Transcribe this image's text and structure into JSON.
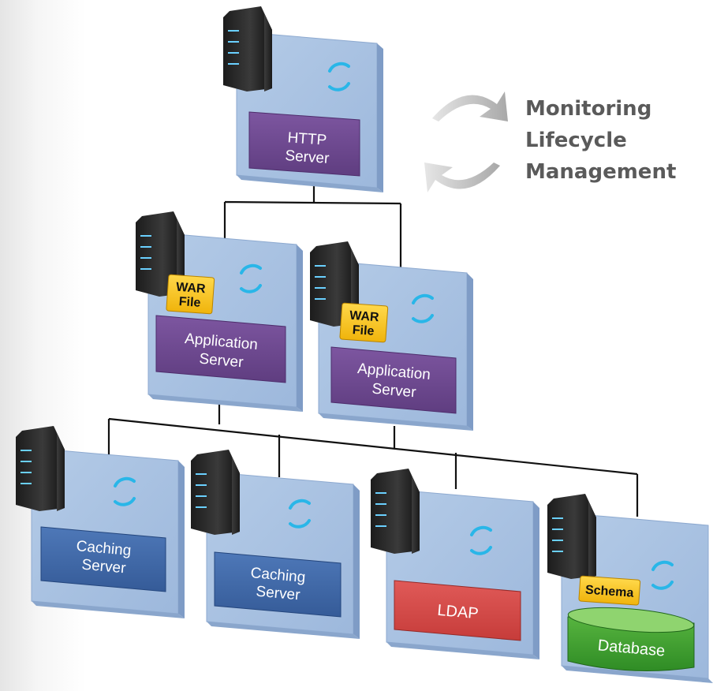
{
  "nodes": {
    "http": {
      "label": [
        "HTTP",
        "Server"
      ]
    },
    "app1": {
      "label": [
        "Application",
        "Server"
      ],
      "badge": [
        "WAR",
        "File"
      ]
    },
    "app2": {
      "label": [
        "Application",
        "Server"
      ],
      "badge": [
        "WAR",
        "File"
      ]
    },
    "cache1": {
      "label": [
        "Caching",
        "Server"
      ]
    },
    "cache2": {
      "label": [
        "Caching",
        "Server"
      ]
    },
    "ldap": {
      "label": [
        "LDAP"
      ]
    },
    "db": {
      "label": [
        "Database"
      ],
      "badge": [
        "Schema"
      ]
    }
  },
  "legend": {
    "line1": "Monitoring",
    "line2": "Lifecycle",
    "line3": "Management"
  },
  "colors": {
    "panel": "#a9c2e0",
    "purple": "#6f4a8e",
    "blue": "#3f67a6",
    "red": "#d44a48",
    "green": "#3b9a2e",
    "badge": "#f7c31e",
    "cycle": "#29b6e8",
    "text": "#5a5a5a"
  },
  "icons": [
    "server-rack-icon",
    "cycle-arrows-icon",
    "gray-cycle-arrows-icon"
  ]
}
